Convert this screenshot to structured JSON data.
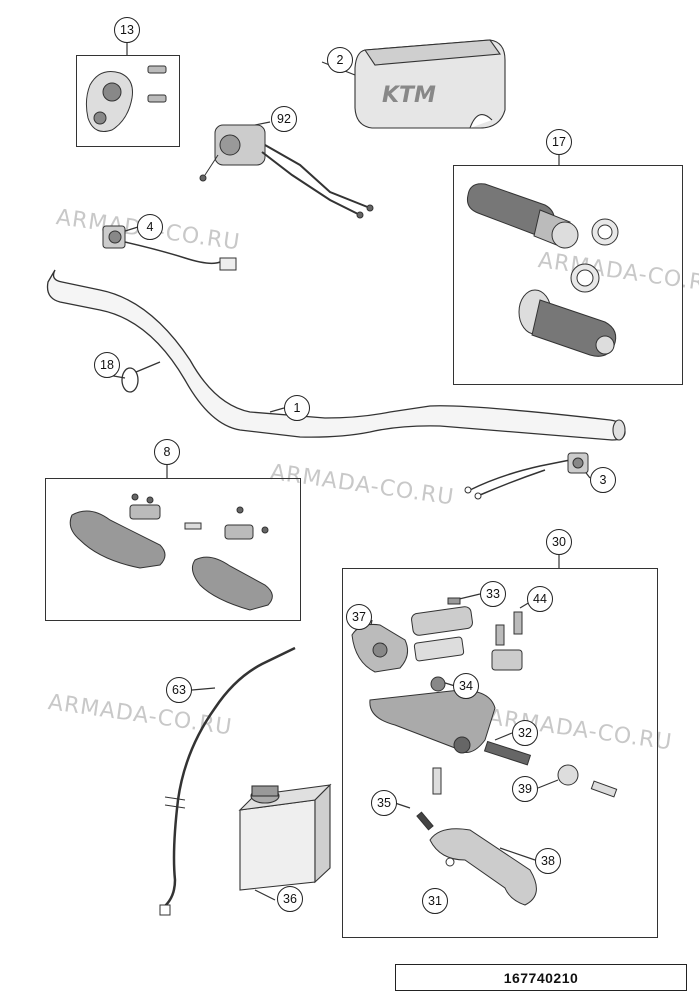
{
  "diagram": {
    "doc_number": "167740210",
    "brand_mark": "KTM",
    "watermark_text": "ARMADA-CO.RU",
    "callouts": [
      "13",
      "2",
      "92",
      "17",
      "4",
      "18",
      "1",
      "8",
      "3",
      "30",
      "33",
      "44",
      "37",
      "34",
      "32",
      "63",
      "39",
      "35",
      "38",
      "31",
      "36"
    ]
  },
  "colors": {
    "line": "#333333",
    "fill_light": "#f2f2f2",
    "fill_mid": "#cccccc",
    "fill_dark": "#555555",
    "watermark": "#c8c8c8"
  }
}
